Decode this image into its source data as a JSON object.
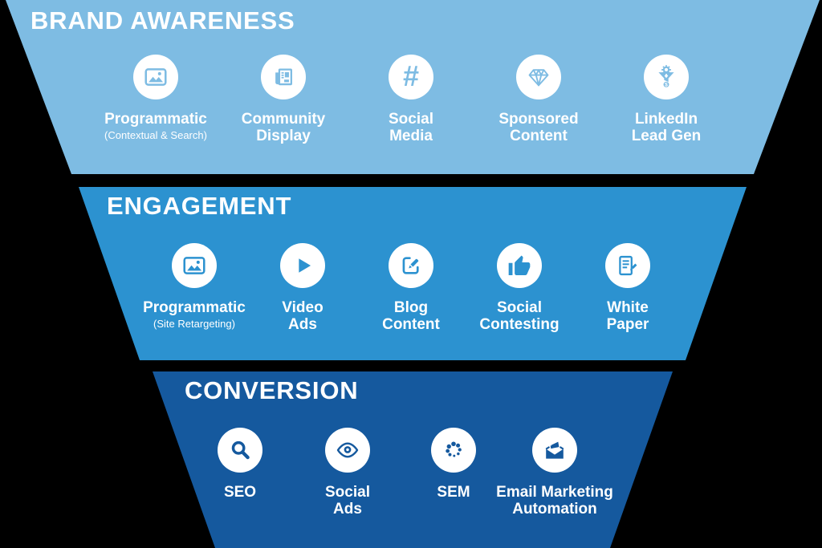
{
  "background_color": "#000000",
  "funnel": {
    "tiers": [
      {
        "title": "BRAND AWARENESS",
        "color": "#7EBCE3",
        "items": [
          {
            "icon": "image-picture-icon",
            "lines": [
              "Programmatic"
            ],
            "sublabel": "(Contextual & Search)"
          },
          {
            "icon": "newspaper-icon",
            "lines": [
              "Community",
              "Display"
            ]
          },
          {
            "icon": "hashtag-icon",
            "glyph": "#",
            "lines": [
              "Social",
              "Media"
            ]
          },
          {
            "icon": "diamond-icon",
            "lines": [
              "Sponsored",
              "Content"
            ]
          },
          {
            "icon": "lead-gen-funnel-icon",
            "lines": [
              "LinkedIn",
              "Lead Gen"
            ]
          }
        ]
      },
      {
        "title": "ENGAGEMENT",
        "color": "#2C92D0",
        "items": [
          {
            "icon": "image-picture-icon",
            "lines": [
              "Programmatic"
            ],
            "sublabel": "(Site Retargeting)"
          },
          {
            "icon": "play-icon",
            "lines": [
              "Video",
              "Ads"
            ]
          },
          {
            "icon": "edit-compose-icon",
            "lines": [
              "Blog",
              "Content"
            ]
          },
          {
            "icon": "thumbs-up-icon",
            "lines": [
              "Social",
              "Contesting"
            ]
          },
          {
            "icon": "document-pencil-icon",
            "lines": [
              "White",
              "Paper"
            ]
          }
        ]
      },
      {
        "title": "CONVERSION",
        "color": "#15599E",
        "items": [
          {
            "icon": "search-icon",
            "lines": [
              "SEO"
            ]
          },
          {
            "icon": "eye-icon",
            "lines": [
              "Social",
              "Ads"
            ]
          },
          {
            "icon": "dotted-ring-icon",
            "lines": [
              "SEM"
            ]
          },
          {
            "icon": "email-megaphone-icon",
            "lines": [
              "Email Marketing",
              "Automation"
            ]
          }
        ]
      }
    ]
  }
}
